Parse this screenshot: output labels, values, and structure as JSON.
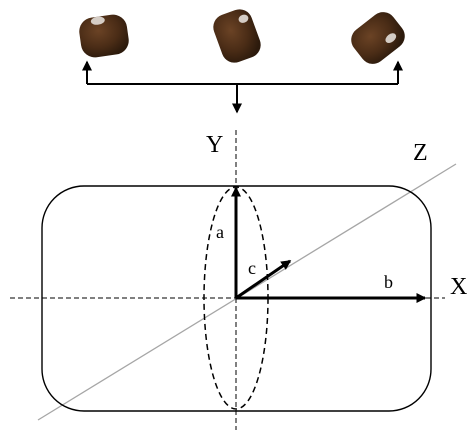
{
  "labels": {
    "y_axis": "Y",
    "x_axis": "X",
    "z_axis": "Z",
    "a": "a",
    "b": "b",
    "c": "c"
  },
  "colors": {
    "line": "#000000",
    "z_axis_line": "#a6a6a6",
    "seed_dark": "#3a2412",
    "seed_mid": "#6b4325",
    "seed_highlight": "#e3ded8"
  },
  "illustrations": [
    "seed-orientation-1",
    "seed-orientation-2",
    "seed-orientation-3"
  ]
}
